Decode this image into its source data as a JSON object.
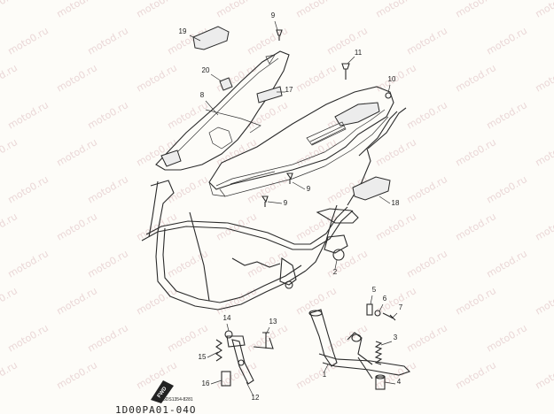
{
  "watermark": {
    "text": "moto0.ru",
    "text_alt": "motod.ru"
  },
  "drawing_code": "1D00PA01-04O",
  "small_code": "5DS1354-8281",
  "front_marker": "FWD",
  "callouts": [
    {
      "id": "19",
      "label": "19"
    },
    {
      "id": "9a",
      "label": "9"
    },
    {
      "id": "11",
      "label": "11"
    },
    {
      "id": "10",
      "label": "10"
    },
    {
      "id": "20",
      "label": "20"
    },
    {
      "id": "17",
      "label": "17"
    },
    {
      "id": "8",
      "label": "8"
    },
    {
      "id": "9b",
      "label": "9"
    },
    {
      "id": "9c",
      "label": "9"
    },
    {
      "id": "18",
      "label": "18"
    },
    {
      "id": "2",
      "label": "2"
    },
    {
      "id": "5",
      "label": "5"
    },
    {
      "id": "6",
      "label": "6"
    },
    {
      "id": "7",
      "label": "7"
    },
    {
      "id": "14",
      "label": "14"
    },
    {
      "id": "13",
      "label": "13"
    },
    {
      "id": "3",
      "label": "3"
    },
    {
      "id": "15",
      "label": "15"
    },
    {
      "id": "12",
      "label": "12"
    },
    {
      "id": "1",
      "label": "1"
    },
    {
      "id": "4",
      "label": "4"
    },
    {
      "id": "16",
      "label": "16"
    }
  ]
}
